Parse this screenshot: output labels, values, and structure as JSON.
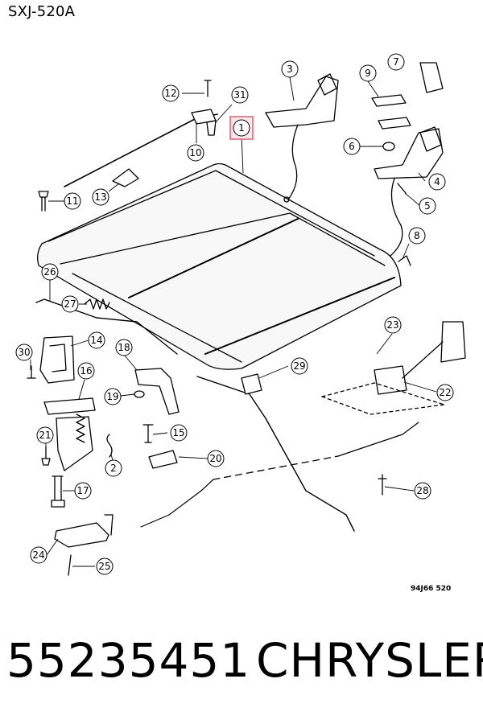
{
  "header": {
    "diagram_code": "SXJ-520A"
  },
  "footer": {
    "part_number": "55235451",
    "brand": "CHRYSLER",
    "figure_ref": "94J66  520"
  },
  "highlight_color": "#e06070",
  "callouts": [
    "1",
    "2",
    "3",
    "4",
    "5",
    "6",
    "7",
    "8",
    "9",
    "10",
    "11",
    "12",
    "13",
    "14",
    "15",
    "16",
    "17",
    "18",
    "19",
    "20",
    "21",
    "22",
    "23",
    "24",
    "25",
    "26",
    "27",
    "28",
    "29",
    "30",
    "31"
  ]
}
